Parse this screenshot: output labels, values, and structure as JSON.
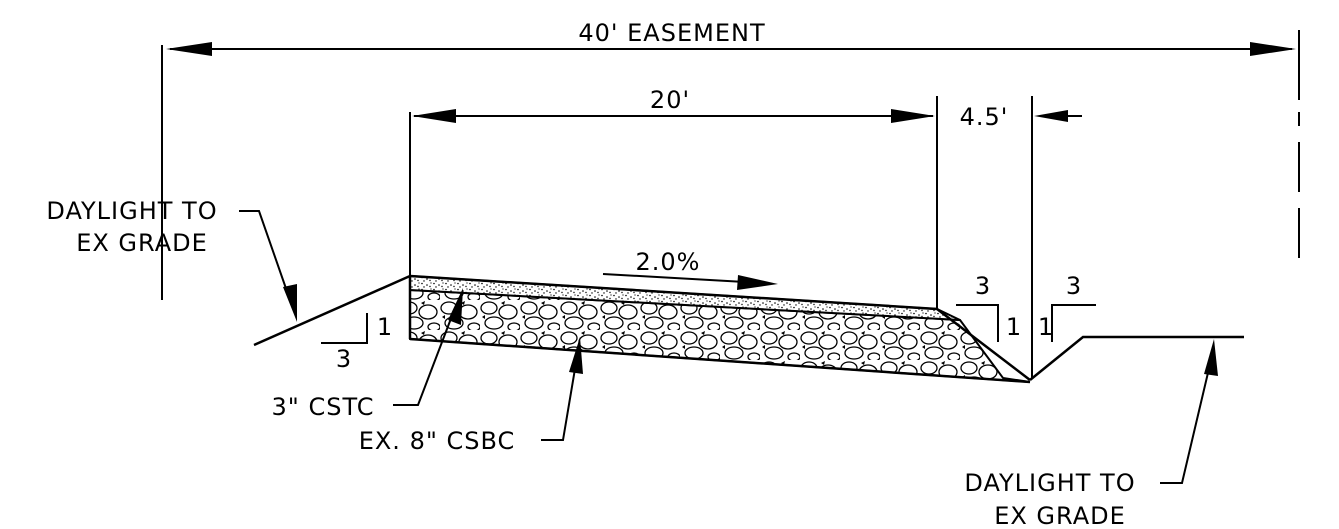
{
  "dimensions": {
    "easement": "40' EASEMENT",
    "road_width": "20'",
    "ditch_width": "4.5'"
  },
  "slope": {
    "grade": "2.0%"
  },
  "slope_ratios": {
    "left_h": "3",
    "left_v": "1",
    "ditch_left_h": "3",
    "ditch_left_v": "1",
    "ditch_right_h": "3",
    "ditch_right_v": "1"
  },
  "callouts": {
    "daylight_left_1": "DAYLIGHT TO",
    "daylight_left_2": "EX GRADE",
    "daylight_right_1": "DAYLIGHT TO",
    "daylight_right_2": "EX GRADE",
    "cstc": "3\" CSTC",
    "csbc": "EX. 8\" CSBC"
  }
}
